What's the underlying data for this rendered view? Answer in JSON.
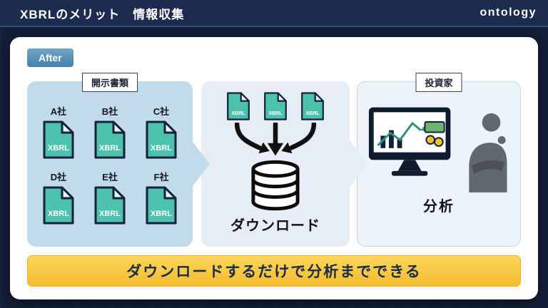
{
  "header": {
    "title": "XBRLのメリット　情報収集",
    "logo": "ontology"
  },
  "after_badge": "After",
  "disclosure_panel": {
    "label": "開示書類",
    "documents": [
      {
        "company": "A社",
        "type": "XBRL"
      },
      {
        "company": "B社",
        "type": "XBRL"
      },
      {
        "company": "C社",
        "type": "XBRL"
      },
      {
        "company": "D社",
        "type": "XBRL"
      },
      {
        "company": "E社",
        "type": "XBRL"
      },
      {
        "company": "F社",
        "type": "XBRL"
      }
    ]
  },
  "download_panel": {
    "docs": [
      {
        "type": "XBRL"
      },
      {
        "type": "XBRL"
      },
      {
        "type": "XBRL"
      }
    ],
    "label": "ダウンロード"
  },
  "investor_panel": {
    "tag": "投資家",
    "label": "分析"
  },
  "banner": {
    "text": "ダウンロードするだけで分析までできる"
  },
  "colors": {
    "document_teal": "#4cc2ad",
    "badge_blue": "#477fa9",
    "panel_light_blue": "#c2dbeb",
    "panel_pale": "#e7edf4",
    "banner_yellow": "#f2bc2e",
    "navy": "#1d2b4e"
  }
}
